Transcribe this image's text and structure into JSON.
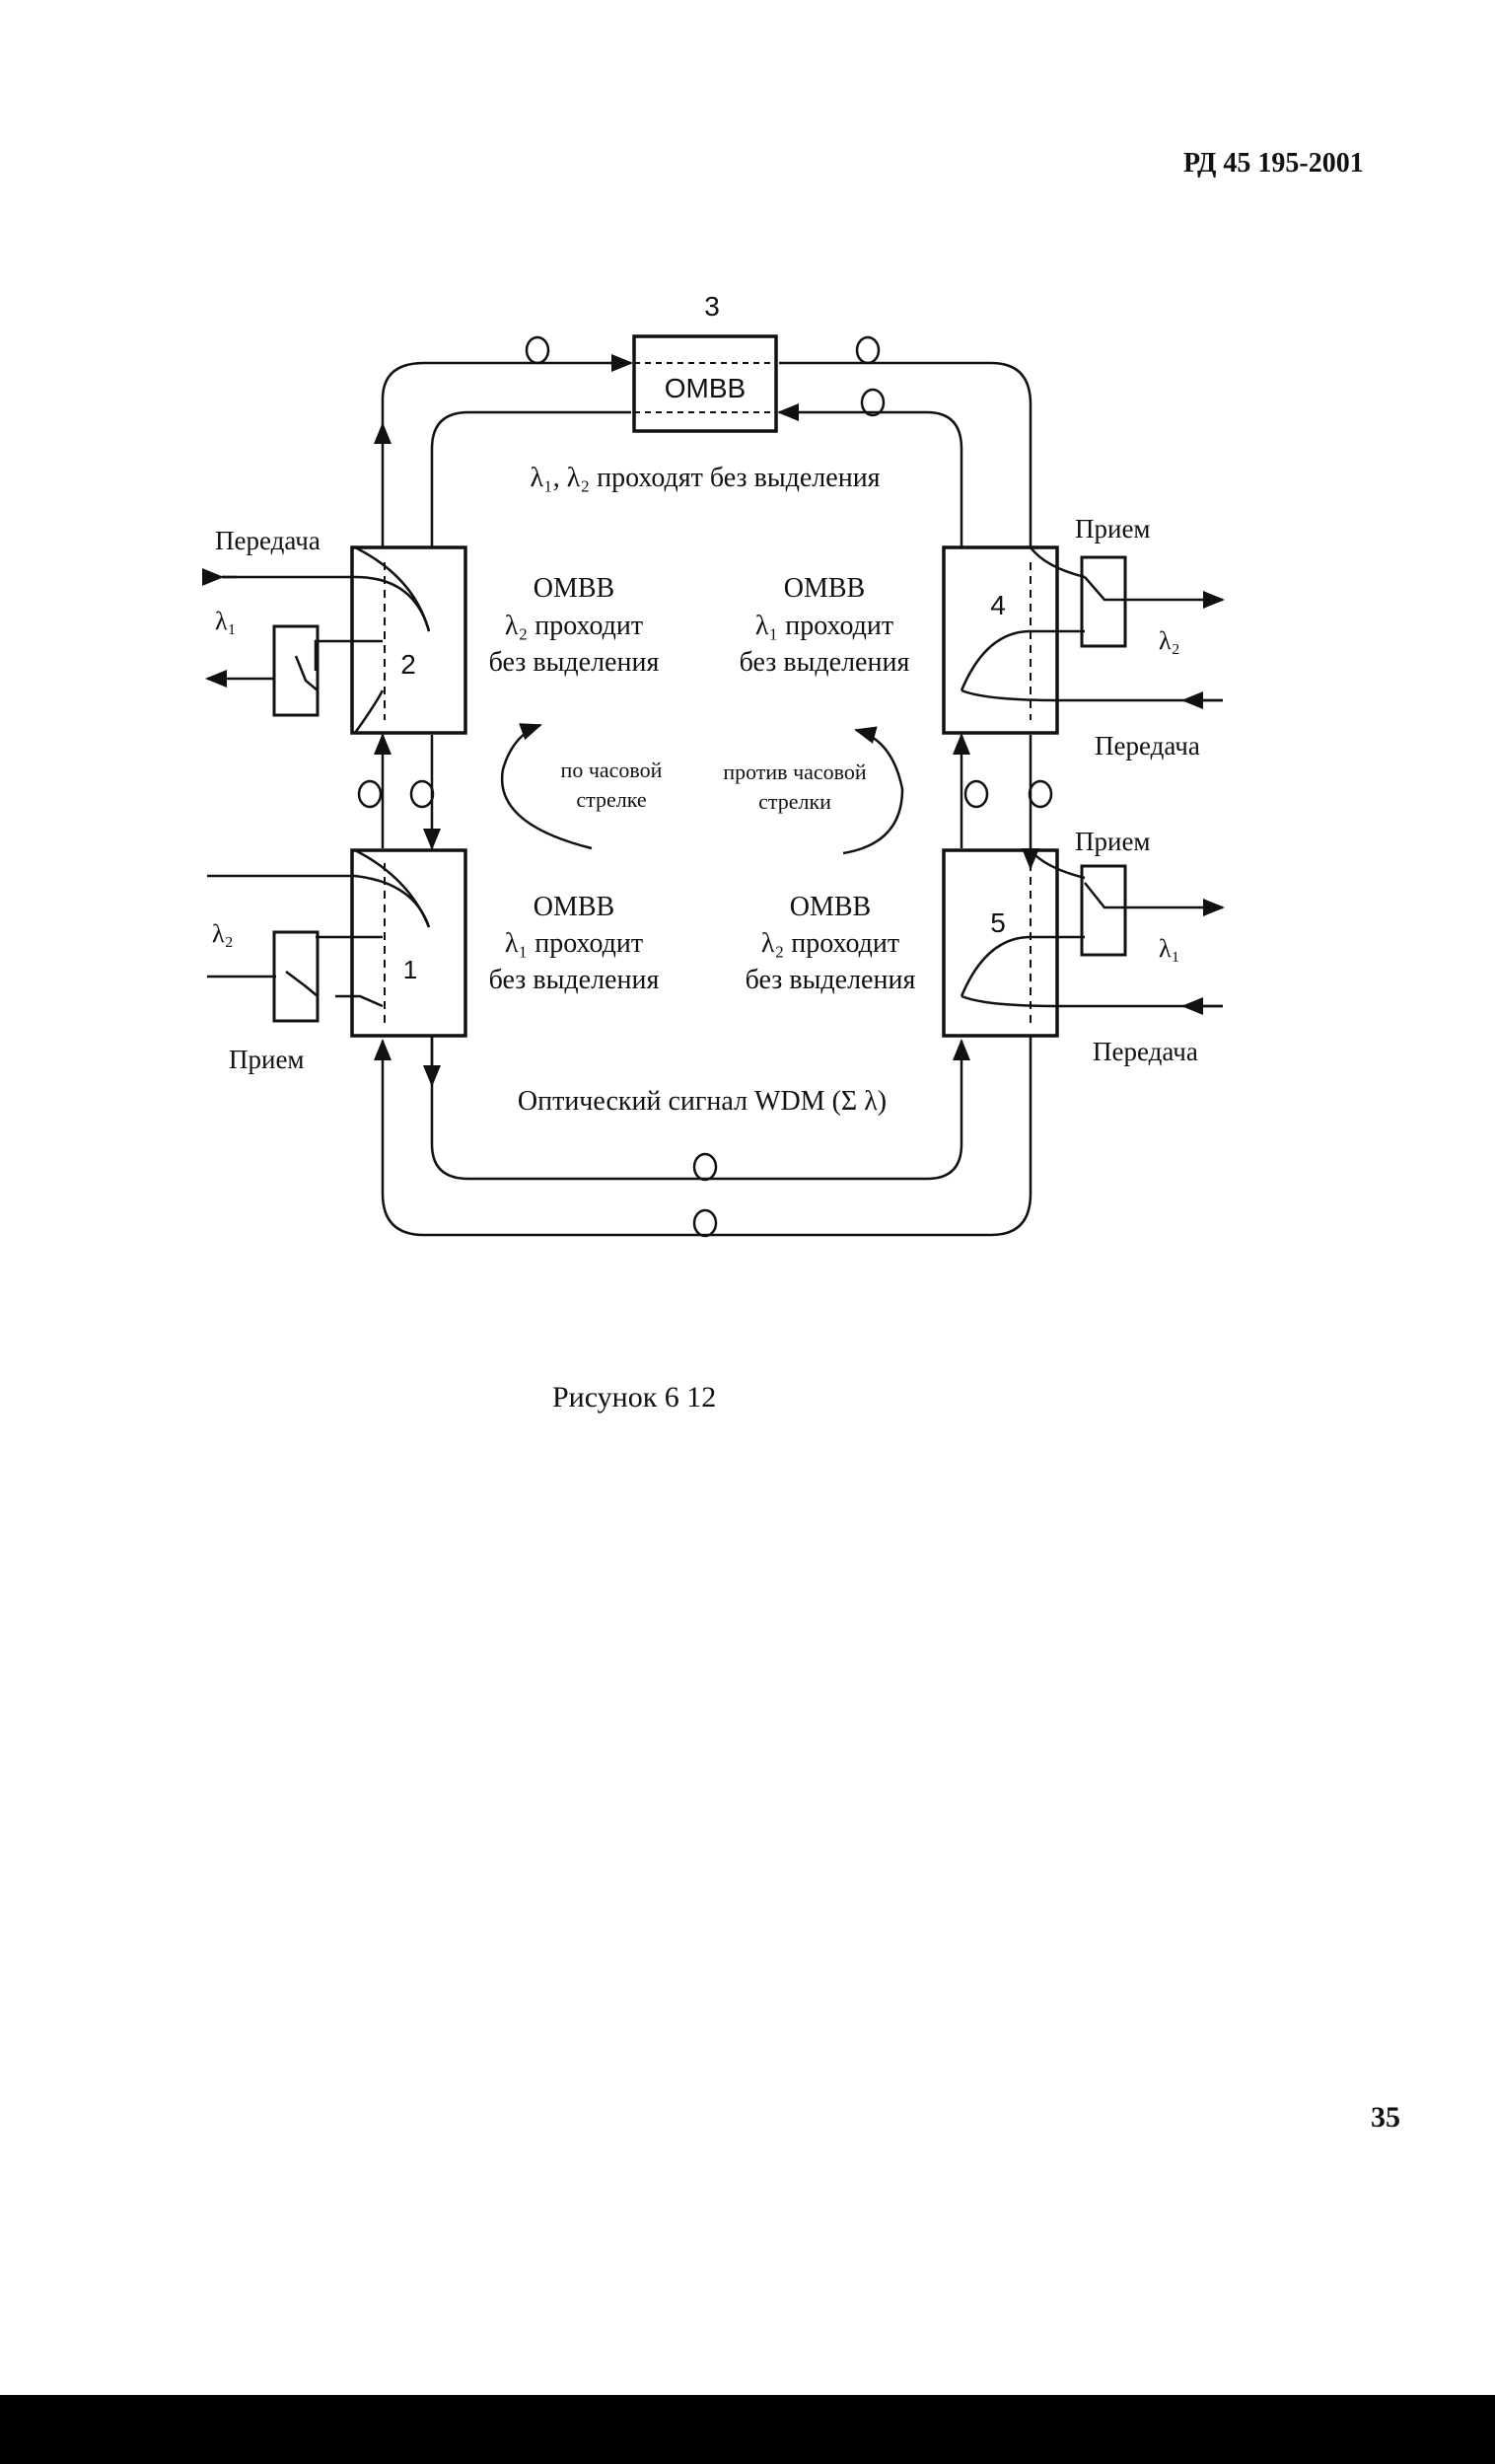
{
  "header": {
    "doc_code": "РД 45 195-2001"
  },
  "diagram": {
    "node_numbers": [
      "1",
      "2",
      "3",
      "4",
      "5"
    ],
    "omvv_label": "ОМВВ",
    "top_text": "λ₁, λ₂ проходят без выделения",
    "node2_text": [
      "ОМВВ",
      "λ₂ проходит",
      "без выделения"
    ],
    "node4_text": [
      "ОМВВ",
      "λ₁ проходит",
      "без выделения"
    ],
    "node1_text": [
      "ОМВВ",
      "λ₁ проходит",
      "без выделения"
    ],
    "node5_text": [
      "ОМВВ",
      "λ₂ проходит",
      "без выделения"
    ],
    "clockwise": [
      "по часовой",
      "стрелке"
    ],
    "counterclockwise": [
      "против часовой",
      "стрелки"
    ],
    "bottom_text": "Оптический сигнал WDM (Σ λ)",
    "transmit": "Передача",
    "receive": "Прием",
    "lambda1": "λ₁",
    "lambda2": "λ₂"
  },
  "caption": "Рисунок 6 12",
  "page_number": "35"
}
